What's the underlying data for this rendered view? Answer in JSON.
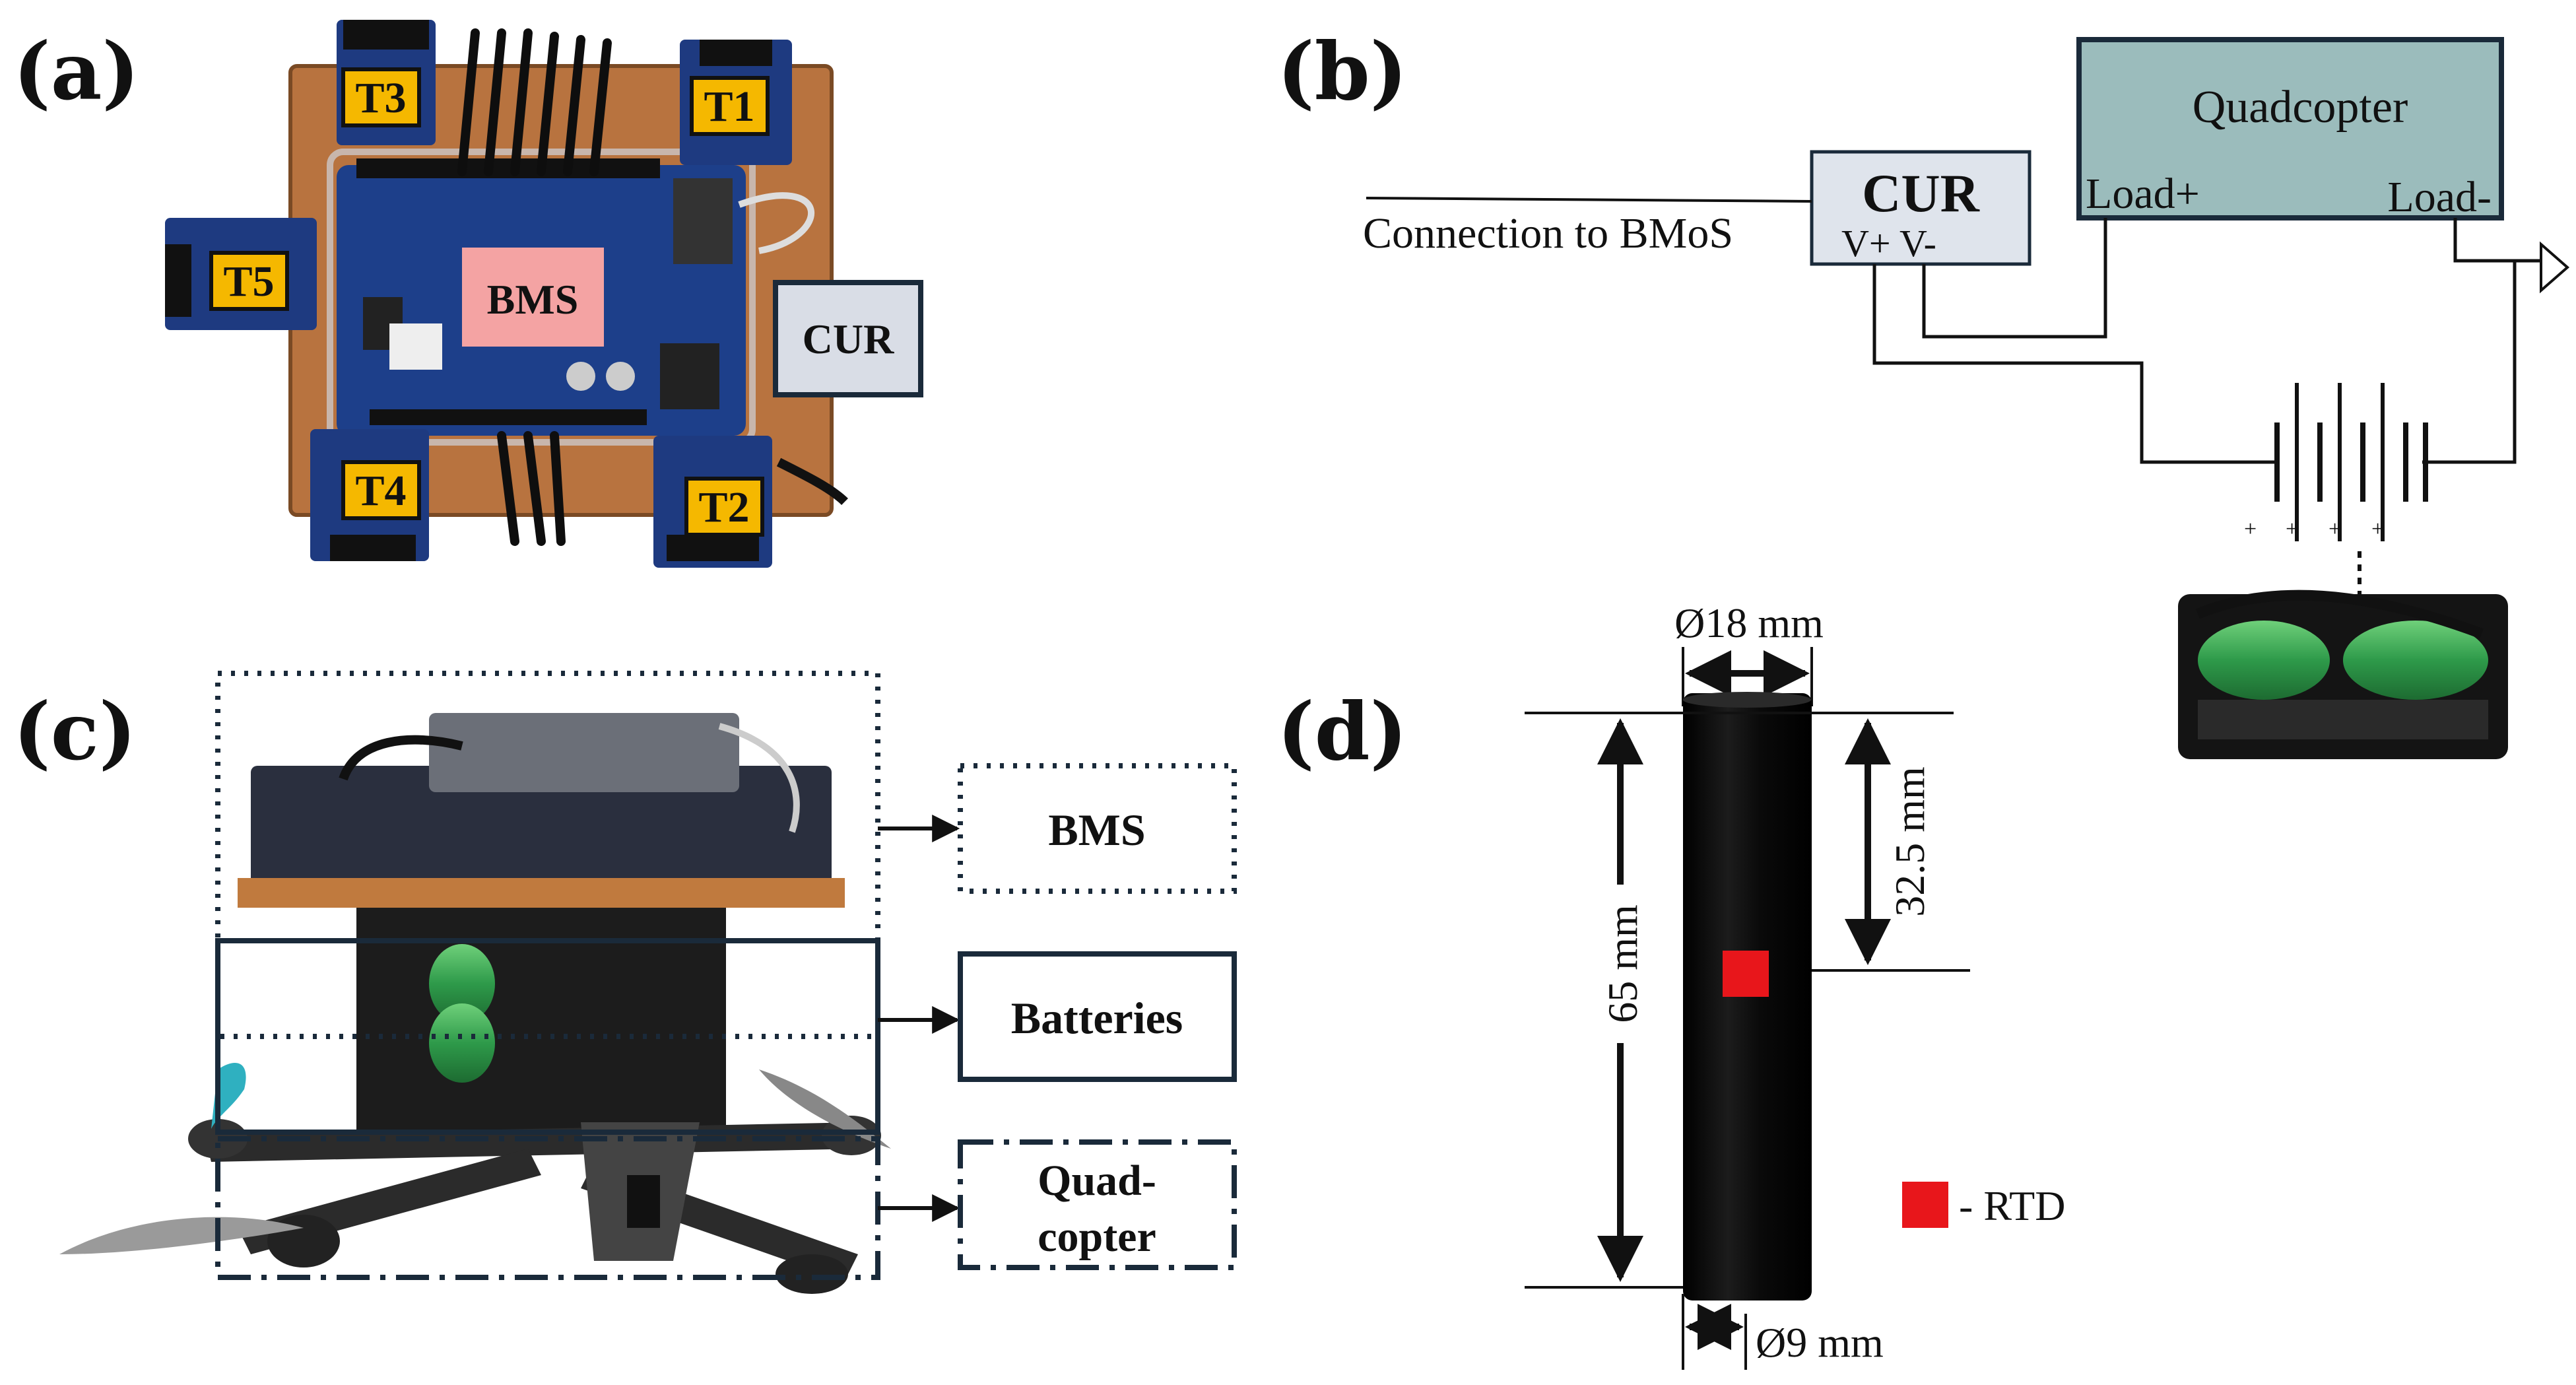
{
  "panels": {
    "a": {
      "label": "(a)",
      "sensor_tags": [
        "T3",
        "T1",
        "T5",
        "T4",
        "T2"
      ],
      "bms_label": "BMS",
      "cur_label": "CUR",
      "colors": {
        "tag": "#f5b800",
        "bms": "#f4a3a3",
        "cur": "#d9dde6",
        "board": "#1d3f8a",
        "pcb": "#b8733f"
      }
    },
    "b": {
      "label": "(b)",
      "quadcopter_label": "Quadcopter",
      "load_plus": "Load+",
      "load_minus": "Load-",
      "cur_label": "CUR",
      "cur_pins": "V+ V-",
      "connection_label": "Connection to  BMoS",
      "cell_signs": [
        "+",
        "+",
        "+",
        "+"
      ],
      "colors": {
        "quadcopter": "#9bbcbc",
        "cur": "#dfe4ec",
        "cell": "#2a8a3a"
      }
    },
    "c": {
      "label": "(c)",
      "boxes": [
        {
          "label": "BMS",
          "style": "dotted"
        },
        {
          "label": "Batteries",
          "style": "solid"
        },
        {
          "label_line1": "Quad-",
          "label_line2": "copter",
          "style": "dash-dot"
        }
      ],
      "colors": {
        "frame": "#1a2a3a",
        "drone": "#2b2b2b",
        "battery": "#2e9a4a",
        "pcb": "#c07a3e"
      }
    },
    "d": {
      "label": "(d)",
      "diameter_top": "Ø18 mm",
      "diameter_bottom": "Ø9 mm",
      "length": "65 mm",
      "half_length": "32.5 mm",
      "legend_text": "- RTD",
      "colors": {
        "cell": "#0d0d0d",
        "rtd": "#e8161b"
      }
    }
  }
}
